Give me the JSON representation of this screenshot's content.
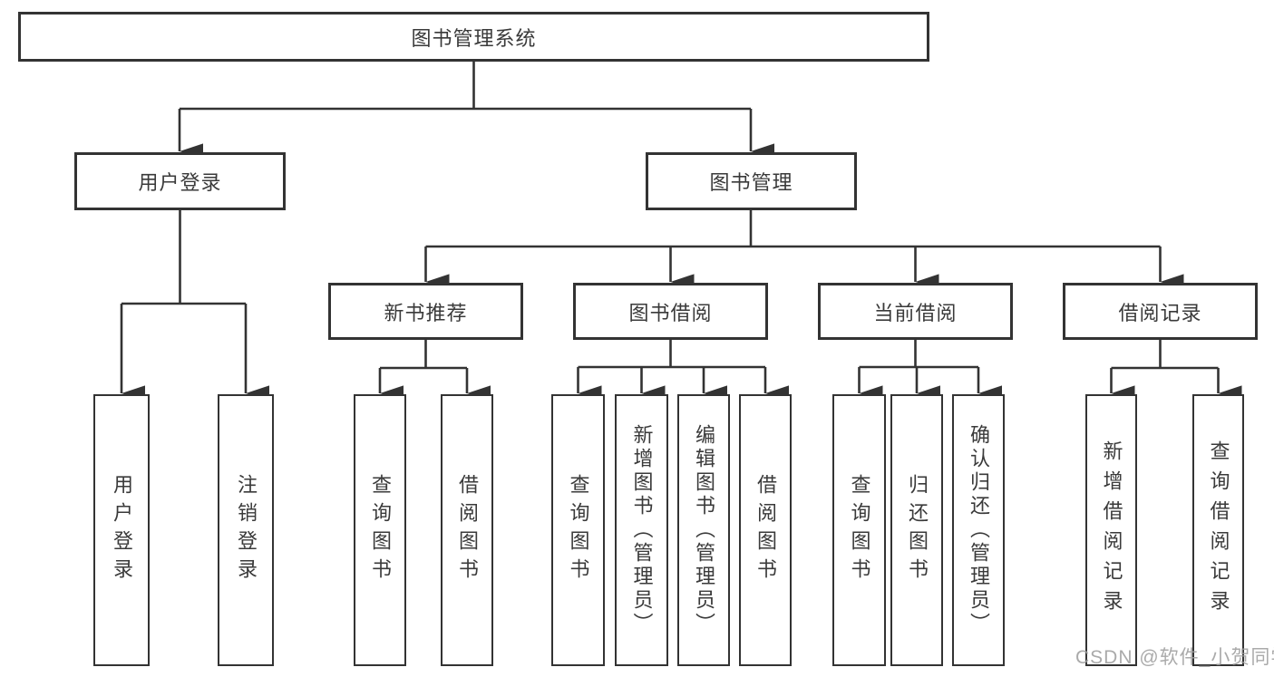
{
  "diagram": {
    "tree": {
      "label": "图书管理系统",
      "children": [
        {
          "label": "用户登录",
          "children": [
            {
              "label": "用户登录"
            },
            {
              "label": "注销登录"
            }
          ]
        },
        {
          "label": "图书管理",
          "children": [
            {
              "label": "新书推荐",
              "children": [
                {
                  "label": "查询图书"
                },
                {
                  "label": "借阅图书"
                }
              ]
            },
            {
              "label": "图书借阅",
              "children": [
                {
                  "label": "查询图书"
                },
                {
                  "label": "新增图书（管理员）"
                },
                {
                  "label": "编辑图书（管理员）"
                },
                {
                  "label": "借阅图书"
                }
              ]
            },
            {
              "label": "当前借阅",
              "children": [
                {
                  "label": "查询图书"
                },
                {
                  "label": "归还图书"
                },
                {
                  "label": "确认归还（管理员）"
                }
              ]
            },
            {
              "label": "借阅记录",
              "children": [
                {
                  "label": "新增借阅记录"
                },
                {
                  "label": "查询借阅记录"
                }
              ]
            }
          ]
        }
      ]
    },
    "colors": {
      "line": "#333333",
      "text": "#3a3a3a",
      "background": "#ffffff",
      "watermark_gray": "#9e9e9e"
    }
  },
  "watermark": "CSDN @软件_小贺同学"
}
